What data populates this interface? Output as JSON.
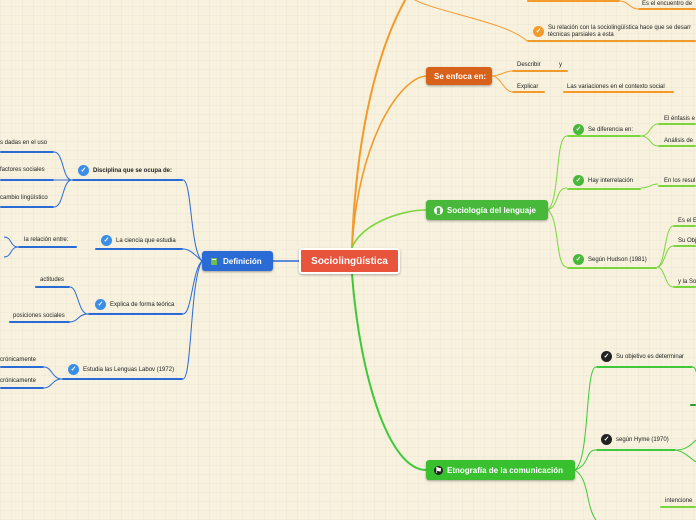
{
  "root": {
    "label": "Sociolingüística"
  },
  "colors": {
    "root": "#e8543c",
    "definicion": "#2a6bd6",
    "orange_branch": "#f39b2a",
    "green_branch": "#48b83a"
  },
  "definicion": {
    "label": "Definición",
    "icon": "book-icon",
    "disciplina": {
      "label": "Disciplina que se ocupa de:",
      "items": [
        "s dadas en el uso",
        "factores sociales",
        "cambio lingüístico"
      ]
    },
    "ciencia": {
      "label": "La ciencia que estudia",
      "item": "la relación entre:"
    },
    "explica": {
      "label": "Explica de forma teórica",
      "items": [
        "actitudes",
        "posiciones sociales"
      ]
    },
    "labov": {
      "label": "Estudia las Lenguas Labov (1972)",
      "items": [
        "crónicamente",
        "crónicamente"
      ]
    }
  },
  "top": {
    "encuentro": "Es el encuentro de",
    "relacion_line1": "Su relación con la sociolingüística hace que se desarr",
    "relacion_line2": "técnicas parsiales a esta"
  },
  "enfoca": {
    "label": "Se enfoca en:",
    "describir": "Describir",
    "y": "y",
    "explicar": "Explicar",
    "variaciones": "Las variaciones en el contexto social"
  },
  "sociologia": {
    "label": "Sociología del lenguaje",
    "icon": "book-icon",
    "diferencia": {
      "label": "Se diferencia en:",
      "items": [
        "El énfasis e",
        "Análisis de"
      ]
    },
    "interrelacion": {
      "label": "Hay interrelación",
      "item": "En los resul"
    },
    "hudson": {
      "label": "Según Hudson (1981)",
      "items": [
        "Es el E",
        "Su Obj",
        "y la So"
      ]
    }
  },
  "etnografia": {
    "label": "Etnografía de la comunicación",
    "icon": "flag-icon",
    "objetivo": "Su objetivo es determinar",
    "hymes": "según Hyme (1970)",
    "intenciones": "intencione"
  }
}
